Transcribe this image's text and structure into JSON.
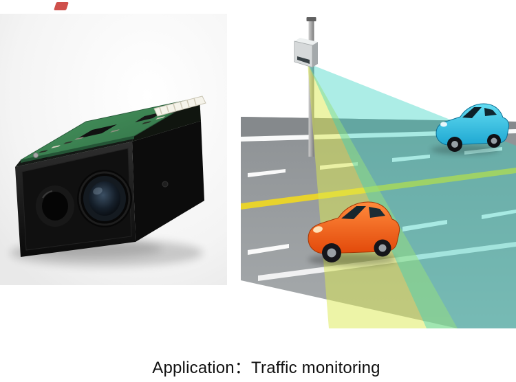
{
  "caption": {
    "text": "Application：Traffic monitoring"
  },
  "scene": {
    "photo": "laser-rangefinder-sensor-module",
    "illustration": "pole-mounted-sensor-monitoring-road-traffic"
  },
  "colors": {
    "background": "#ffffff",
    "road_gray": "#9aa0a3",
    "lane_yellow": "#e8d32c",
    "lane_white": "#ffffff",
    "beam_green": "#dce94f",
    "beam_cyan": "#2fd3c0",
    "car_orange": "#e2490a",
    "car_blue": "#1fa8d2",
    "pcb_green": "#3e8a55",
    "pole_gray": "#8a8a8a",
    "caption_color": "#111111",
    "watermark_red": "#c3241e"
  }
}
